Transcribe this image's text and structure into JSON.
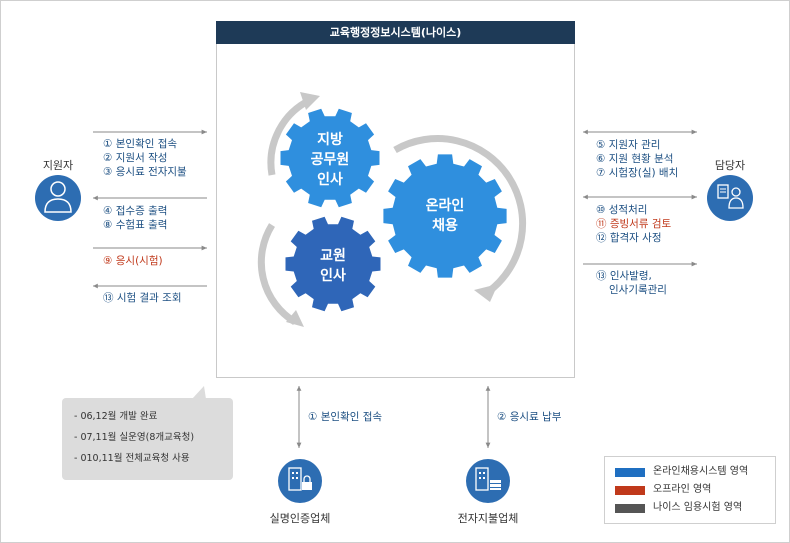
{
  "system": {
    "title": "교육행정정보시스템(나이스)"
  },
  "gears": {
    "local": {
      "lines": [
        "지방",
        "공무원",
        "인사"
      ]
    },
    "teacher": {
      "lines": [
        "교원",
        "인사"
      ]
    },
    "online": {
      "lines": [
        "온라인",
        "채용"
      ]
    }
  },
  "applicant": {
    "label": "지원자",
    "flows": [
      {
        "lines": [
          "① 본인확인 접속",
          "② 지원서 작성",
          "③ 응시료 전자지불"
        ],
        "area": "online"
      },
      {
        "lines": [
          "④ 접수증 출력",
          "⑧ 수험표 출력"
        ],
        "area": "online"
      },
      {
        "lines": [
          "⑨ 응시(시험)"
        ],
        "area": "offline"
      },
      {
        "lines": [
          "⑬ 시험 결과 조회"
        ],
        "area": "online"
      }
    ]
  },
  "manager": {
    "label": "담당자",
    "flows": [
      {
        "lines": [
          "⑤ 지원자 관리",
          "⑥ 지원 현황 분석",
          "⑦ 시험장(실) 배치"
        ]
      },
      {
        "lines": [
          "⑩ 성적처리"
        ],
        "area": "online"
      },
      {
        "lines": [
          "⑪ 증빙서류 검토"
        ],
        "area": "offline"
      },
      {
        "lines": [
          "⑫ 합격자 사정"
        ],
        "area": "online"
      },
      {
        "lines": [
          "⑬ 인사발령,",
          "인사기록관리"
        ]
      }
    ]
  },
  "note": {
    "items": [
      "- 06,12월 개발 완료",
      "- 07,11월 실운영(8개교육청)",
      "- 010,11월 전체교육청 사용"
    ]
  },
  "vendors": {
    "auth": {
      "label": "실명인증업체",
      "flow": "① 본인확인 접속"
    },
    "payment": {
      "label": "전자지불업체",
      "flow": "② 응시료 납부"
    }
  },
  "legend": {
    "items": [
      {
        "label": "온라인채용시스템 영역",
        "color": "#1f6fc1"
      },
      {
        "label": "오프라인 영역",
        "color": "#c0391b"
      },
      {
        "label": "나이스 임용시험 영역",
        "color": "#555555"
      }
    ]
  },
  "colors": {
    "header": "#1e3a57",
    "gear_light": "#2f8fde",
    "gear_dark": "#2f66b8",
    "arrow": "#8a8a8a",
    "icon": "#2d6db2"
  }
}
